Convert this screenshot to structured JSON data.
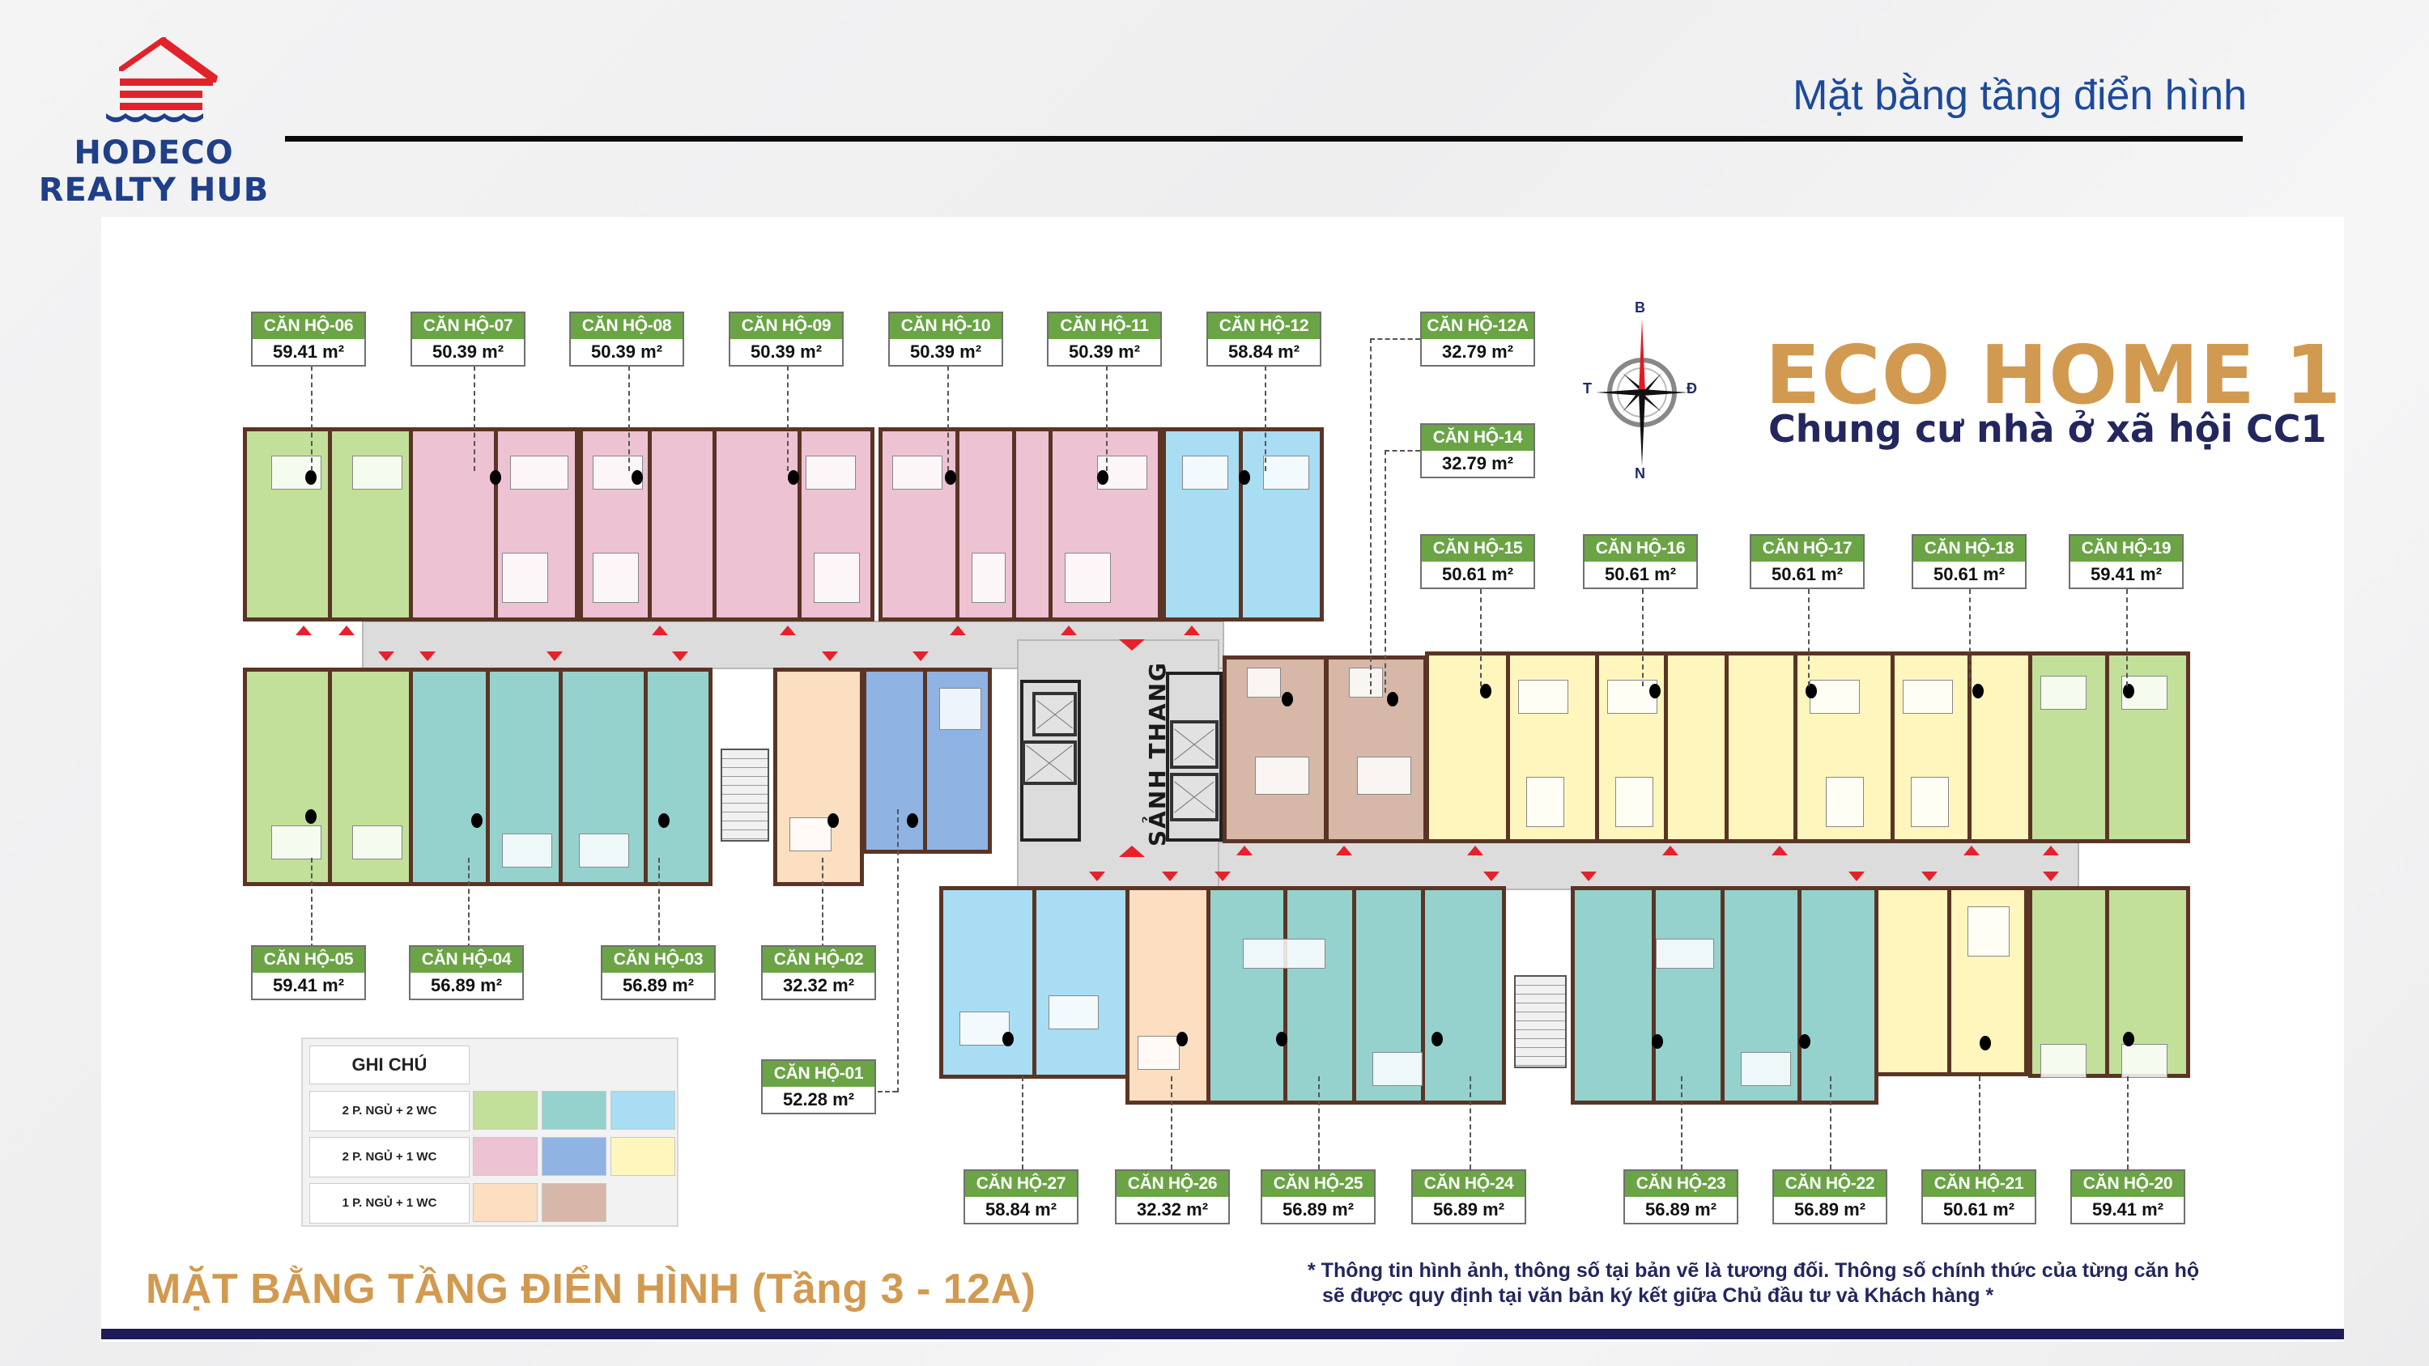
{
  "brand": {
    "name_line1": "HODECO",
    "name_line2": "REALTY HUB",
    "colors": {
      "roof": "#e2222a",
      "text": "#1f3f88"
    }
  },
  "header": {
    "title": "Mặt bằng tầng điển hình"
  },
  "project": {
    "title": "ECO HOME 1",
    "subtitle": "Chung cư nhà ở xã hội CC1",
    "title_color": "#d29a50",
    "subtitle_color": "#23275e"
  },
  "compass": {
    "north": "B",
    "south": "N",
    "east": "Đ",
    "west": "T"
  },
  "core": {
    "lobby_label": "SẢNH THANG"
  },
  "units": {
    "u01": {
      "name": "CĂN HỘ-01",
      "area": "52.28 m²",
      "type": "2 P. NGỦ + 2 WC",
      "color": "#a8ddf3"
    },
    "u02": {
      "name": "CĂN HỘ-02",
      "area": "32.32 m²",
      "type": "1 P. NGỦ + 1 WC",
      "color": "#fcdfc0"
    },
    "u03": {
      "name": "CĂN HỘ-03",
      "area": "56.89 m²",
      "type": "2 P. NGỦ + 2 WC",
      "color": "#95d2ce"
    },
    "u04": {
      "name": "CĂN HỘ-04",
      "area": "56.89 m²",
      "type": "2 P. NGỦ + 2 WC",
      "color": "#95d2ce"
    },
    "u05": {
      "name": "CĂN HỘ-05",
      "area": "59.41 m²",
      "type": "2 P. NGỦ + 2 WC",
      "color": "#c2e09a"
    },
    "u06": {
      "name": "CĂN HỘ-06",
      "area": "59.41 m²",
      "type": "2 P. NGỦ + 2 WC",
      "color": "#c2e09a"
    },
    "u07": {
      "name": "CĂN HỘ-07",
      "area": "50.39 m²",
      "type": "2 P. NGỦ + 1 WC",
      "color": "#edc2d3"
    },
    "u08": {
      "name": "CĂN HỘ-08",
      "area": "50.39 m²",
      "type": "2 P. NGỦ + 1 WC",
      "color": "#edc2d3"
    },
    "u09": {
      "name": "CĂN HỘ-09",
      "area": "50.39 m²",
      "type": "2 P. NGỦ + 1 WC",
      "color": "#edc2d3"
    },
    "u10": {
      "name": "CĂN HỘ-10",
      "area": "50.39 m²",
      "type": "2 P. NGỦ + 1 WC",
      "color": "#edc2d3"
    },
    "u11": {
      "name": "CĂN HỘ-11",
      "area": "50.39 m²",
      "type": "2 P. NGỦ + 1 WC",
      "color": "#edc2d3"
    },
    "u12": {
      "name": "CĂN HỘ-12",
      "area": "58.84 m²",
      "type": "2 P. NGỦ + 2 WC",
      "color": "#a8ddf3"
    },
    "u12a": {
      "name": "CĂN HỘ-12A",
      "area": "32.79 m²",
      "type": "1 P. NGỦ + 1 WC",
      "color": "#d7b8a8"
    },
    "u14": {
      "name": "CĂN HỘ-14",
      "area": "32.79 m²",
      "type": "1 P. NGỦ + 1 WC",
      "color": "#d7b8a8"
    },
    "u15": {
      "name": "CĂN HỘ-15",
      "area": "50.61 m²",
      "type": "2 P. NGỦ + 1 WC",
      "color": "#fef6bc"
    },
    "u16": {
      "name": "CĂN HỘ-16",
      "area": "50.61 m²",
      "type": "2 P. NGỦ + 1 WC",
      "color": "#fef6bc"
    },
    "u17": {
      "name": "CĂN HỘ-17",
      "area": "50.61 m²",
      "type": "2 P. NGỦ + 1 WC",
      "color": "#fef6bc"
    },
    "u18": {
      "name": "CĂN HỘ-18",
      "area": "50.61 m²",
      "type": "2 P. NGỦ + 1 WC",
      "color": "#fef6bc"
    },
    "u19": {
      "name": "CĂN HỘ-19",
      "area": "59.41 m²",
      "type": "2 P. NGỦ + 2 WC",
      "color": "#c2e09a"
    },
    "u20": {
      "name": "CĂN HỘ-20",
      "area": "59.41 m²",
      "type": "2 P. NGỦ + 2 WC",
      "color": "#c2e09a"
    },
    "u21": {
      "name": "CĂN HỘ-21",
      "area": "50.61 m²",
      "type": "2 P. NGỦ + 1 WC",
      "color": "#fef6bc"
    },
    "u22": {
      "name": "CĂN HỘ-22",
      "area": "56.89 m²",
      "type": "2 P. NGỦ + 2 WC",
      "color": "#95d2ce"
    },
    "u23": {
      "name": "CĂN HỘ-23",
      "area": "56.89 m²",
      "type": "2 P. NGỦ + 2 WC",
      "color": "#95d2ce"
    },
    "u24": {
      "name": "CĂN HỘ-24",
      "area": "56.89 m²",
      "type": "2 P. NGỦ + 2 WC",
      "color": "#95d2ce"
    },
    "u25": {
      "name": "CĂN HỘ-25",
      "area": "56.89 m²",
      "type": "2 P. NGỦ + 2 WC",
      "color": "#95d2ce"
    },
    "u26": {
      "name": "CĂN HỘ-26",
      "area": "32.32 m²",
      "type": "1 P. NGỦ + 1 WC",
      "color": "#fcdfc0"
    },
    "u27": {
      "name": "CĂN HỘ-27",
      "area": "58.84 m²",
      "type": "2 P. NGỦ + 2 WC",
      "color": "#a8ddf3"
    }
  },
  "legend": {
    "title": "GHI CHÚ",
    "rows": [
      {
        "label": "2 P. NGỦ + 2 WC",
        "swatches": [
          "#c2e09a",
          "#95d2ce",
          "#a8ddf3"
        ]
      },
      {
        "label": "2 P. NGỦ + 1 WC",
        "swatches": [
          "#edc2d3",
          "#8fb3e3",
          "#fef6bc"
        ]
      },
      {
        "label": "1 P. NGỦ + 1 WC",
        "swatches": [
          "#fcdfc0",
          "#d7b8a8"
        ]
      }
    ]
  },
  "footer": {
    "floor_title": "MẶT BẰNG TẦNG ĐIỂN HÌNH (Tầng 3 - 12A)",
    "disclaimer_line1": "* Thông tin hình ảnh, thông số tại bản vẽ là tương đối. Thông số chính thức của từng căn hộ",
    "disclaimer_line2": "sẽ được quy định tại văn bản ký kết giữa Chủ đầu tư và Khách hàng *"
  }
}
